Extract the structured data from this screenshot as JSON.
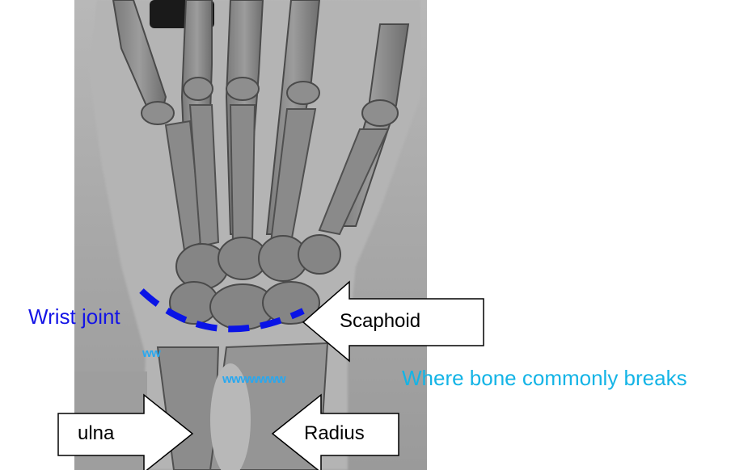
{
  "labels": {
    "wrist_joint": "Wrist joint",
    "scaphoid": "Scaphoid",
    "ulna": "ulna",
    "radius": "Radius",
    "break_note": "Where bone commonly breaks",
    "mark_short": "ww",
    "mark_long": "wwwwwww"
  },
  "colors": {
    "joint_line": "#0a14e6",
    "annotation_blue": "#1414e6",
    "annotation_cyan": "#14b4e6"
  }
}
